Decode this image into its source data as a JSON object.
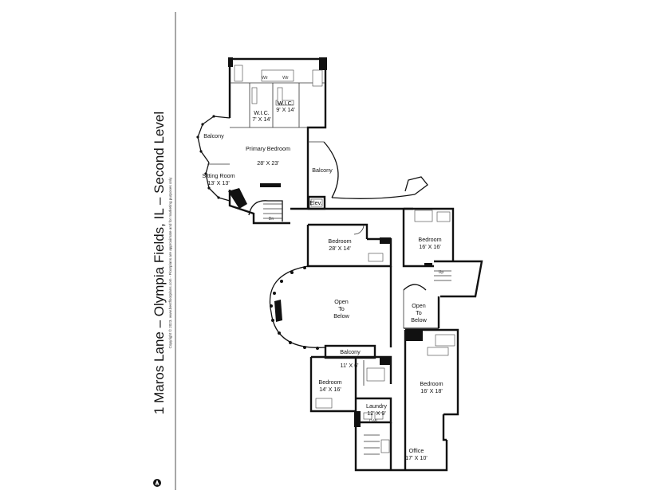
{
  "header": {
    "title": "1 Maros Lane – Olympia Fields, IL – Second Level",
    "copyright_line1": "Copyright © 2023. www.bestfloorplans.com - Floorplans are approximate and for marketing purposes only"
  },
  "compass_icon": "north-arrow-icon",
  "rooms": [
    {
      "id": "balcony_left",
      "name": "Balcony",
      "size": ""
    },
    {
      "id": "primary_bedroom",
      "name": "Primary Bedroom",
      "size": "28' X 23'"
    },
    {
      "id": "sitting_room",
      "name": "Sitting Room",
      "size": "13' X 13'"
    },
    {
      "id": "wic_1",
      "name": "W.I.C.",
      "size": "7' X 14'"
    },
    {
      "id": "wic_2",
      "name": "W.I.C.",
      "size": "9' X 14'"
    },
    {
      "id": "balcony_top",
      "name": "Balcony",
      "size": ""
    },
    {
      "id": "elev",
      "name": "Elev.",
      "size": ""
    },
    {
      "id": "dn_stair",
      "name": "Dn",
      "size": ""
    },
    {
      "id": "bedroom_28",
      "name": "Bedroom",
      "size": "28' X 14'"
    },
    {
      "id": "bedroom_16a",
      "name": "Bedroom",
      "size": "16' X 16'"
    },
    {
      "id": "open_big",
      "name": "Open To Below",
      "size": ""
    },
    {
      "id": "open_small",
      "name": "Open To Below",
      "size": ""
    },
    {
      "id": "up_stair",
      "name": "Up",
      "size": ""
    },
    {
      "id": "balcony_mid",
      "name": "Balcony",
      "size": ""
    },
    {
      "id": "room_11",
      "name": "",
      "size": "11' X 6'"
    },
    {
      "id": "bedroom_14",
      "name": "Bedroom",
      "size": "14' X 16'"
    },
    {
      "id": "bedroom_16b",
      "name": "Bedroom",
      "size": "16' X 18'"
    },
    {
      "id": "laundry",
      "name": "Laundry",
      "size": "12' X 9'"
    },
    {
      "id": "dw",
      "name": "D W",
      "size": ""
    },
    {
      "id": "office",
      "name": "Office",
      "size": "17' X 10'"
    }
  ]
}
